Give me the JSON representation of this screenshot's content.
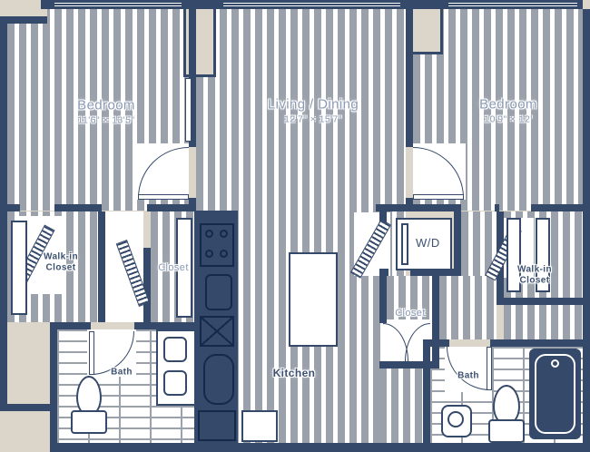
{
  "palette": {
    "background": "#DCD6CA",
    "wall_navy": "#35496A",
    "floor_stripe_gray": "#9BA1AB",
    "room_label_blue": "#8A99B3",
    "small_label_navy": "#3D5170",
    "white": "#FFFFFF"
  },
  "rooms": {
    "bedroom_left": {
      "label": "Bedroom",
      "dims": "11'6\" × 13'5\""
    },
    "living_dining": {
      "label": "Living / Dining",
      "dims": "12'7\" × 15'7\""
    },
    "bedroom_right": {
      "label": "Bedroom",
      "dims": "10'9\" × 12'"
    },
    "walk_in_closet_left": {
      "label": "Walk-in Closet"
    },
    "walk_in_closet_right": {
      "label": "Walk-in Closet"
    },
    "closet_left": {
      "label": "Closet"
    },
    "closet_right": {
      "label": "Closet"
    },
    "kitchen": {
      "label": "Kitchen"
    },
    "bath_left": {
      "label": "Bath"
    },
    "bath_right": {
      "label": "Bath"
    },
    "laundry": {
      "label": "W/D"
    }
  }
}
